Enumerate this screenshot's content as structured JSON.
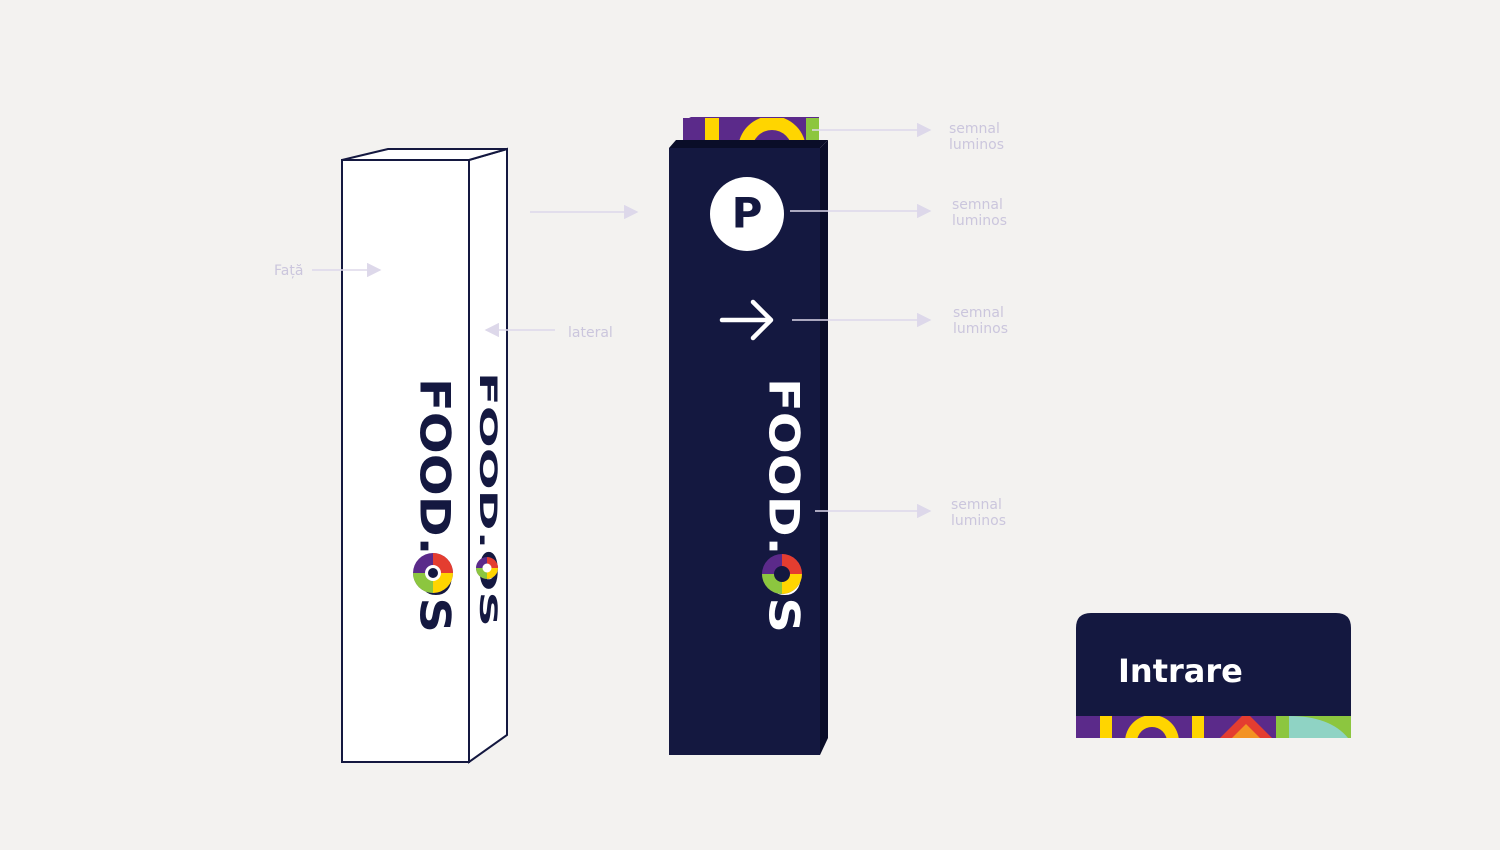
{
  "colors": {
    "navy": "#141840",
    "purple": "#5b2a8a",
    "yellow": "#ffd500",
    "green": "#8cc63f",
    "red": "#e43d30",
    "orange": "#f39323",
    "teal": "#8fd3c4",
    "annotation": "#cbc6dd",
    "background": "#f3f2f0"
  },
  "totem_outline": {
    "brand_front": "FOOD.OS",
    "brand_side": "FOOD.OS"
  },
  "totem_lit": {
    "parking_letter": "P",
    "direction_icon": "arrow-right-icon",
    "brand": "FOOD.OS"
  },
  "annotations": {
    "front": "Față",
    "side": "lateral",
    "lit_sign": [
      "semnal",
      "luminos"
    ]
  },
  "entrance_sign": {
    "label": "Intrare"
  }
}
